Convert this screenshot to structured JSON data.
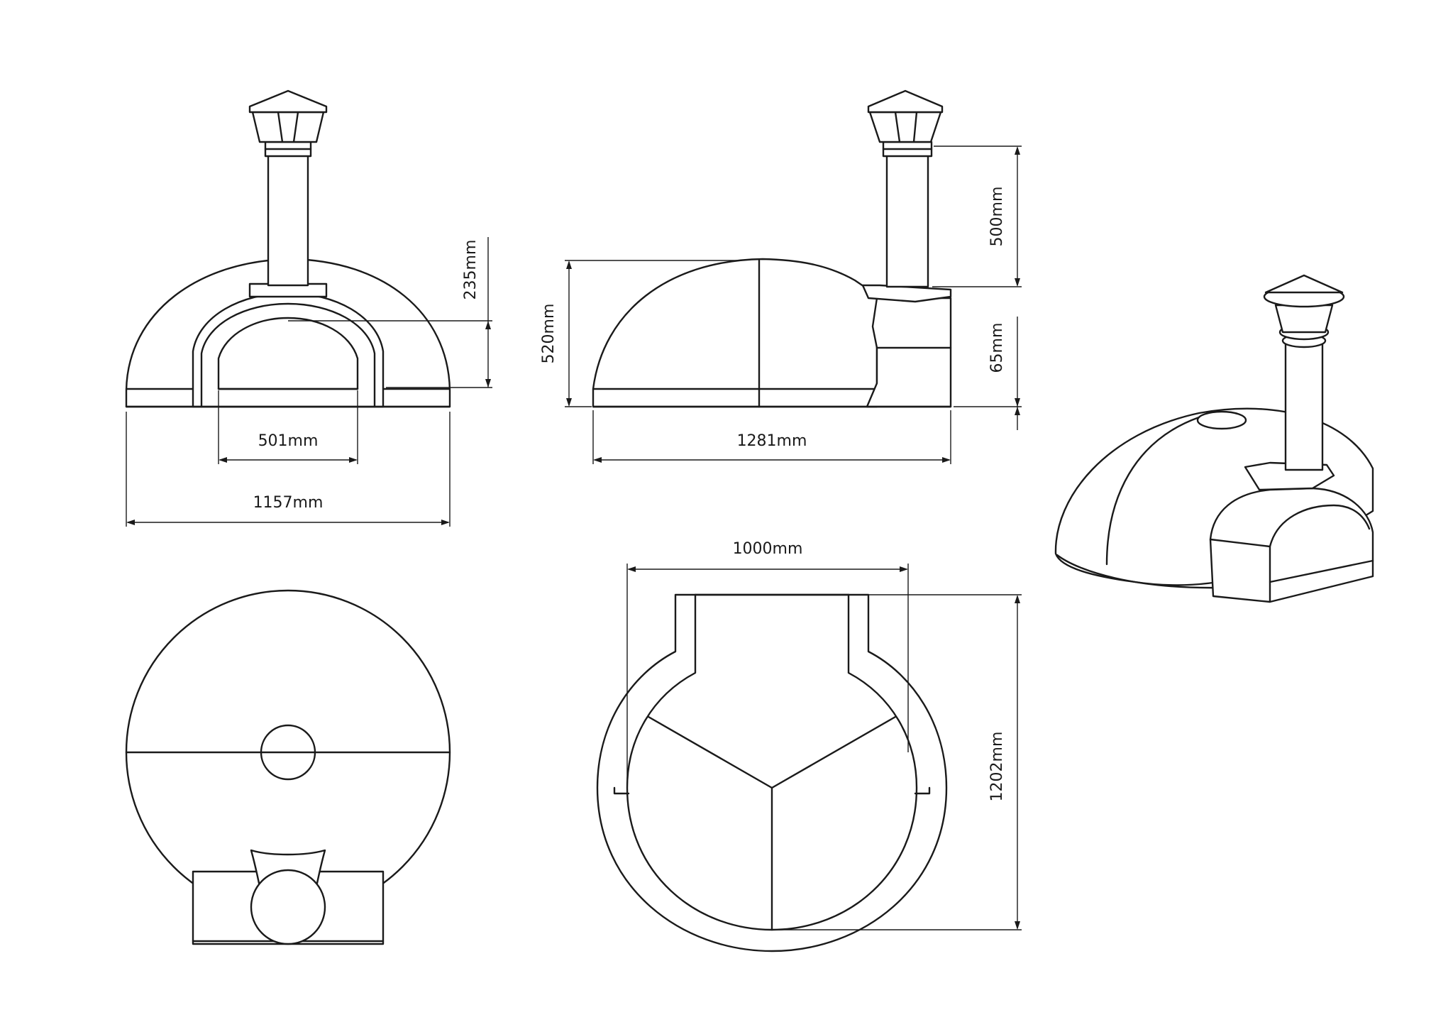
{
  "dimensions": {
    "front_width": "1157mm",
    "opening_width": "501mm",
    "opening_height": "235mm",
    "side_height": "520mm",
    "side_length": "1281mm",
    "chimney_height": "500mm",
    "base_height": "65mm",
    "top_width": "1000mm",
    "top_depth": "1202mm"
  }
}
